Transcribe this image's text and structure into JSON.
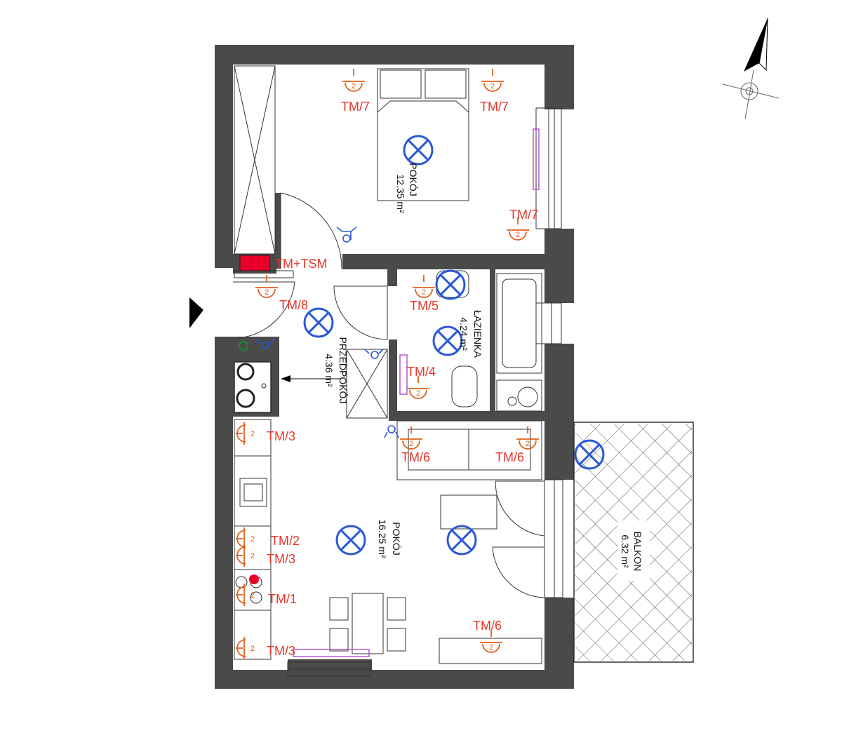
{
  "rooms": {
    "bedroom": {
      "name": "POKÓJ",
      "area": "12.35 m²"
    },
    "hall": {
      "name": "PRZEDPOKÓJ",
      "area": "4.36 m²"
    },
    "bathroom": {
      "name": "ŁAZIENKA",
      "area": "4.24 m²"
    },
    "living": {
      "name": "POKÓJ",
      "area": "16.25 m²"
    },
    "balcony": {
      "name": "BALKON",
      "area": "6.32 m²"
    }
  },
  "labels": {
    "tm7_a": "TM/7",
    "tm7_b": "TM/7",
    "tm7_c": "TM/7",
    "tm_tsm": "TM+TSM",
    "tm8": "TM/8",
    "tm5": "TM/5",
    "tm4": "TM/4",
    "tm6_a": "TM/6",
    "tm6_b": "TM/6",
    "tm6_c": "TM/6",
    "tm3_a": "TM/3",
    "tm2": "TM/2",
    "tm3_b": "TM/3",
    "tm1": "TM/1",
    "tm3_c": "TM/3"
  },
  "socket_digit": "2",
  "colors": {
    "wall": "#4a4a4a",
    "label_red": "#e8362a",
    "socket_orange": "#e0601a",
    "lamp_blue": "#2a58d6",
    "panel_red": "#e8002a",
    "pipe_purple": "#b04ad0"
  },
  "icons": [
    "north-arrow-icon",
    "entrance-arrow-icon",
    "ceiling-lamp-icon",
    "light-switch-icon",
    "socket-icon",
    "electrical-panel-icon"
  ]
}
